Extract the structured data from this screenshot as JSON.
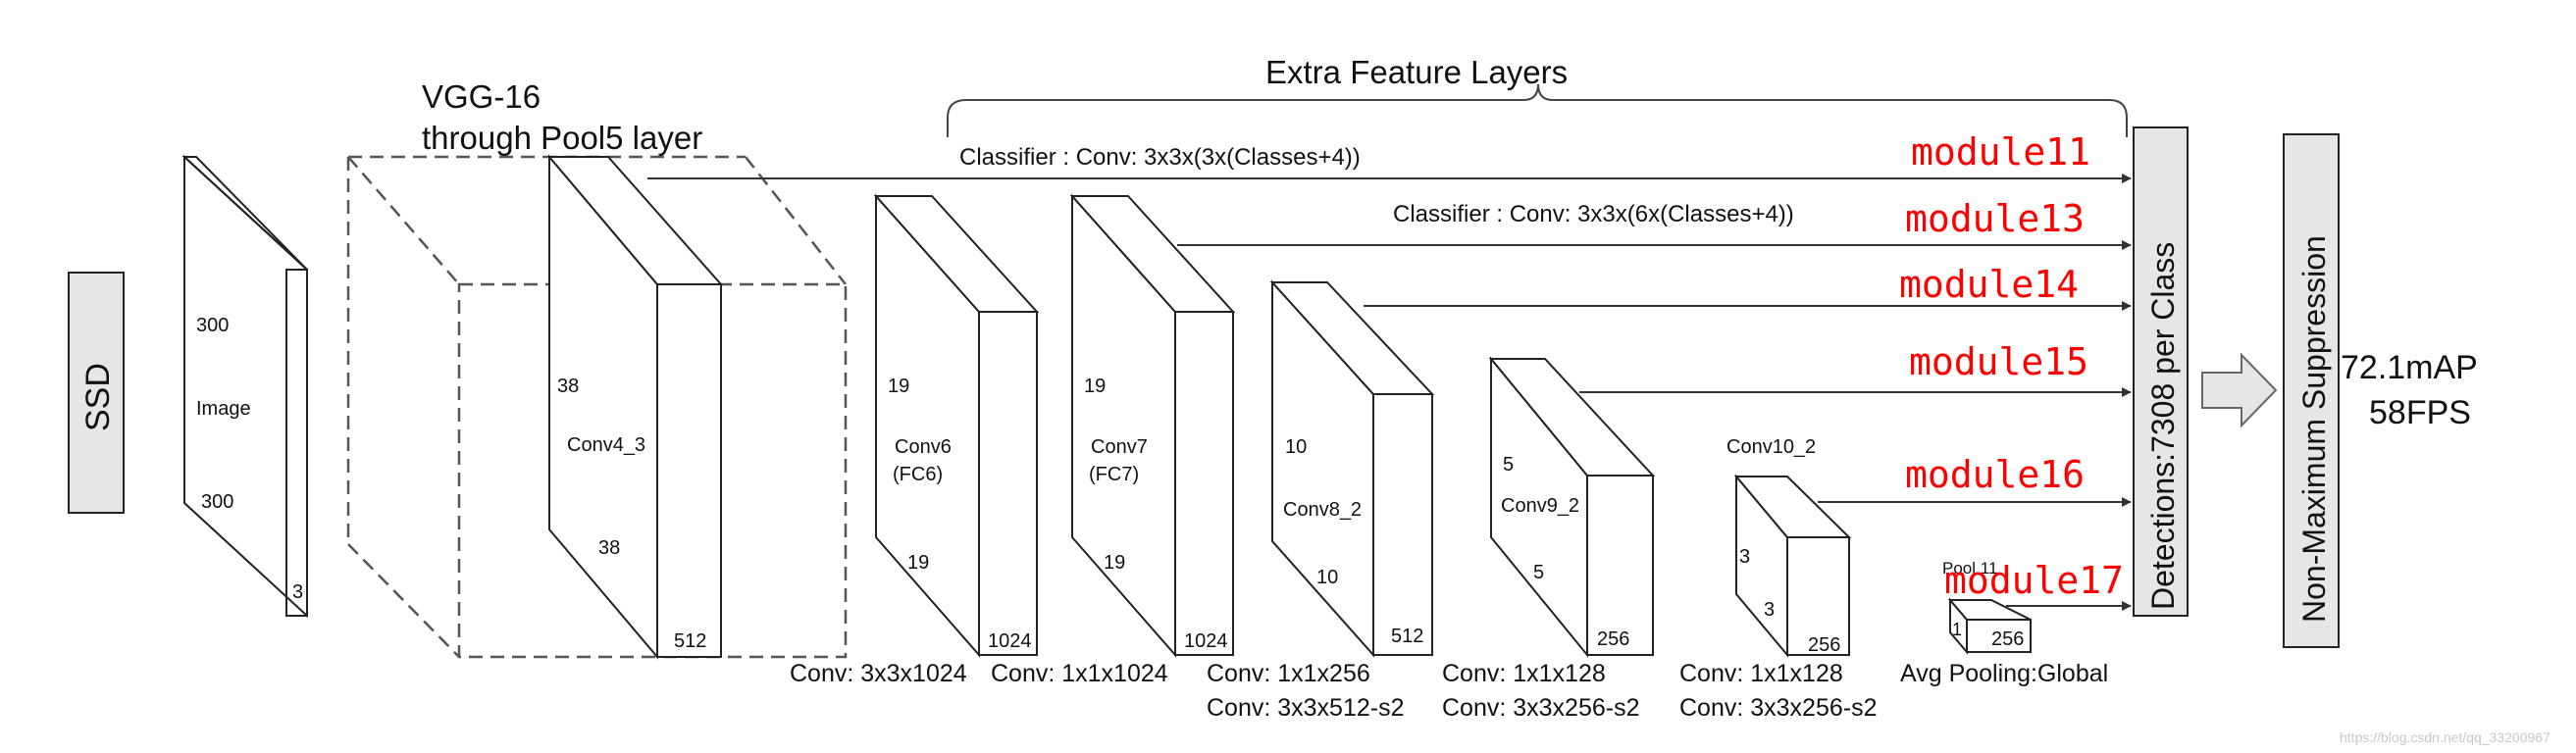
{
  "header": {
    "extra_feature_layers": "Extra Feature Layers",
    "vgg_line1": "VGG-16",
    "vgg_line2": "through Pool5 layer"
  },
  "ssd_label": "SSD",
  "input": {
    "top_dim": "300",
    "name": "Image",
    "bottom_dim": "300",
    "depth": "3"
  },
  "layers": {
    "conv4_3": {
      "name": "Conv4_3",
      "dim_a": "38",
      "dim_b": "38",
      "depth": "512"
    },
    "conv6": {
      "name_line1": "Conv6",
      "name_line2": "(FC6)",
      "dim_a": "19",
      "dim_b": "19",
      "depth": "1024"
    },
    "conv7": {
      "name_line1": "Conv7",
      "name_line2": "(FC7)",
      "dim_a": "19",
      "dim_b": "19",
      "depth": "1024"
    },
    "conv8_2": {
      "name": "Conv8_2",
      "dim_a": "10",
      "dim_b": "10",
      "depth": "512"
    },
    "conv9_2": {
      "name": "Conv9_2",
      "dim_a": "5",
      "dim_b": "5",
      "depth": "256"
    },
    "conv10_2": {
      "name": "Conv10_2",
      "dim_a": "3",
      "dim_b": "3",
      "depth": "256"
    },
    "pool11": {
      "name": "Pool 11",
      "dim": "1",
      "depth": "256"
    }
  },
  "classifiers": {
    "first": "Classifier : Conv: 3x3x(3x(Classes+4))",
    "second": "Classifier : Conv: 3x3x(6x(Classes+4))"
  },
  "modules": [
    "module11",
    "module13",
    "module14",
    "module15",
    "module16",
    "module17"
  ],
  "bottom_labels": {
    "conv6": "Conv: 3x3x1024",
    "conv7": "Conv: 1x1x1024",
    "conv8_line1": "Conv: 1x1x256",
    "conv8_line2": "Conv:  3x3x512-s2",
    "conv9_line1": "Conv: 1x1x128",
    "conv9_line2": "Conv: 3x3x256-s2",
    "conv10_line1": "Conv: 1x1x128",
    "conv10_line2": "Conv: 3x3x256-s2",
    "pool": "Avg Pooling:Global"
  },
  "detections": "Detections:7308  per Class",
  "nms": "Non-Maximum Suppression",
  "result": {
    "map": "72.1mAP",
    "fps": "58FPS"
  },
  "watermark": "https://blog.csdn.net/qq_33200967",
  "colors": {
    "module_text": "#ff0000",
    "box_fill": "#e6e6e6",
    "stroke": "#222222"
  }
}
